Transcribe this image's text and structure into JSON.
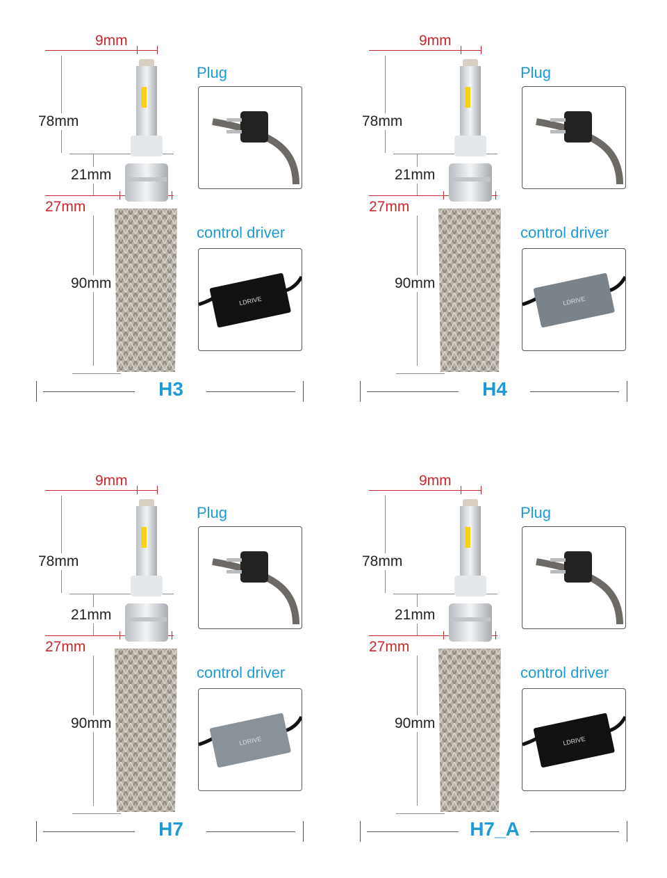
{
  "panels": [
    {
      "name": "H3",
      "dims": {
        "width_top": "9mm",
        "height_top": "78mm",
        "collar": "21mm",
        "width_base": "27mm",
        "braid": "90mm"
      },
      "plug_label": "Plug",
      "driver_label": "control driver",
      "plug_type": "h3-wire-plug",
      "driver_color": "#111111"
    },
    {
      "name": "H4",
      "dims": {
        "width_top": "9mm",
        "height_top": "78mm",
        "collar": "21mm",
        "width_base": "27mm",
        "braid": "90mm"
      },
      "plug_label": "Plug",
      "driver_label": "control driver",
      "plug_type": "h4-three-pin-plug",
      "driver_color": "#7a828a"
    },
    {
      "name": "H7",
      "dims": {
        "width_top": "9mm",
        "height_top": "78mm",
        "collar": "21mm",
        "width_base": "27mm",
        "braid": "90mm"
      },
      "plug_label": "Plug",
      "driver_label": "control driver",
      "plug_type": "h7-two-pin-plug",
      "driver_color": "#8a9299"
    },
    {
      "name": "H7_A",
      "dims": {
        "width_top": "9mm",
        "height_top": "78mm",
        "collar": "21mm",
        "width_base": "27mm",
        "braid": "90mm"
      },
      "plug_label": "Plug",
      "driver_label": "control driver",
      "plug_type": "h7-two-pin-plug",
      "driver_color": "#111111"
    }
  ],
  "brand_text": "LDRIVE",
  "colors": {
    "accent": "#1e9ad6",
    "dimension_red": "#c9272d"
  }
}
